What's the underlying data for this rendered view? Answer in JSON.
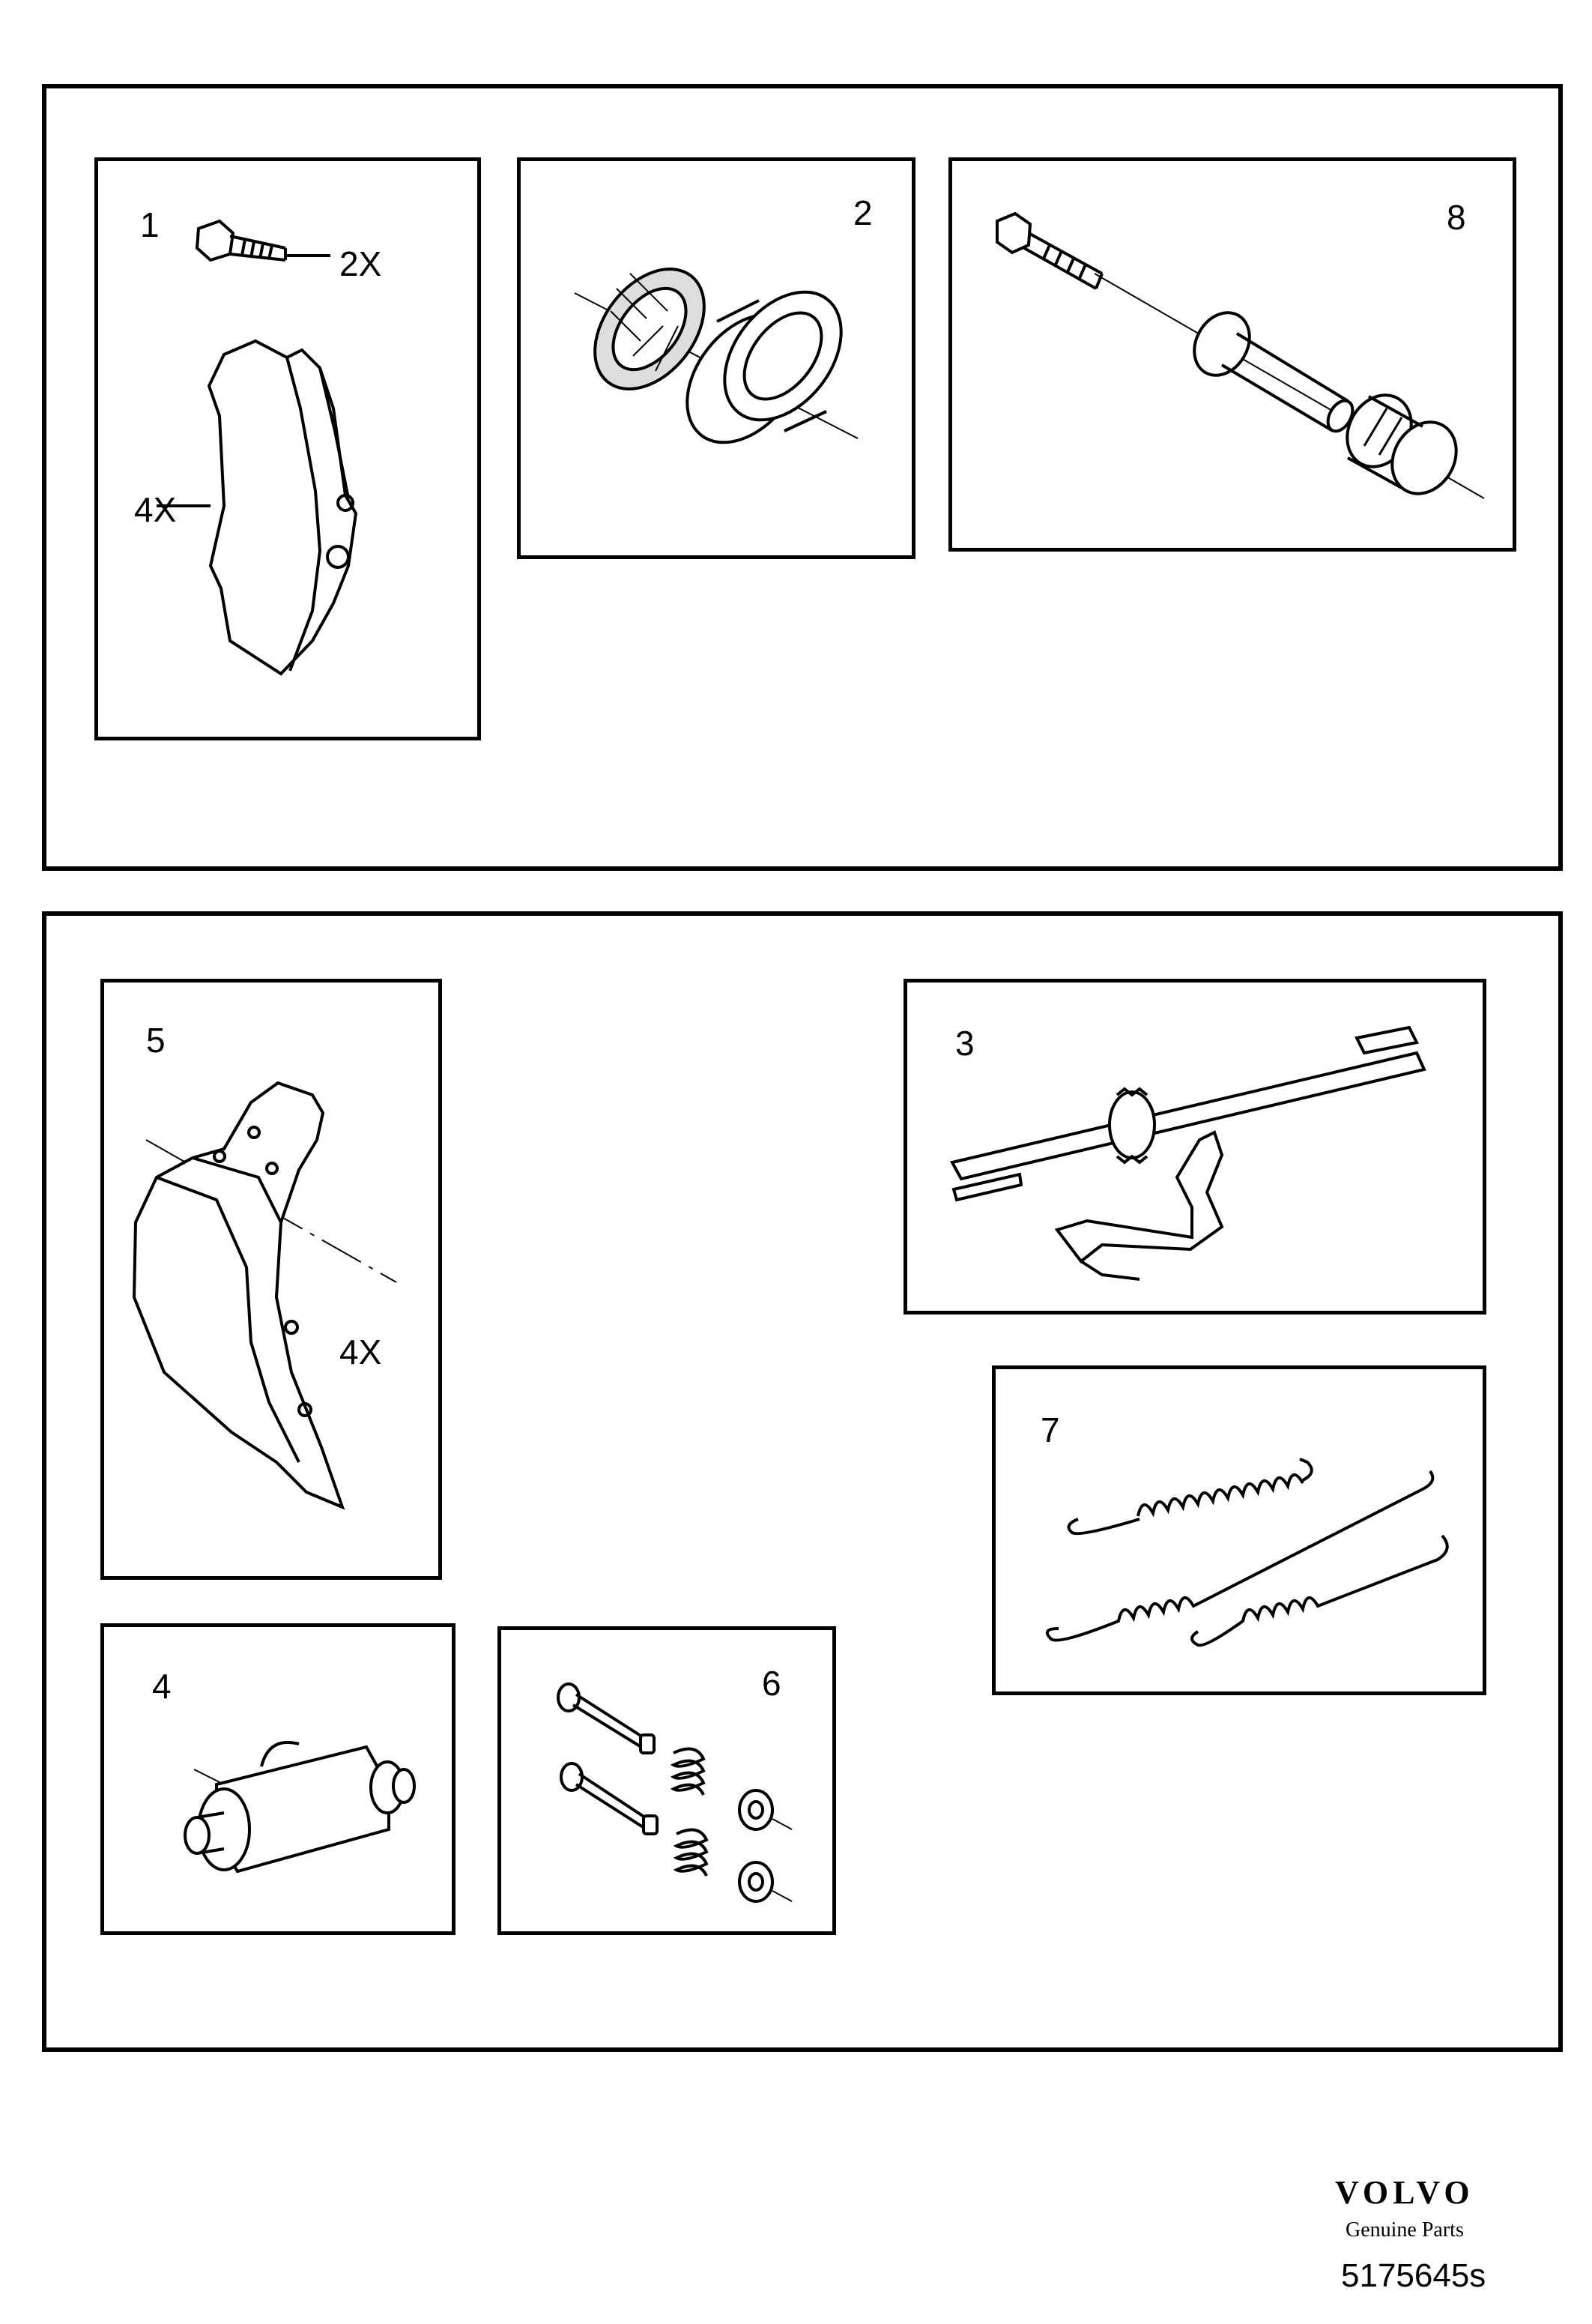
{
  "diagram": {
    "groups": [
      {
        "panels": [
          {
            "key": "p1",
            "number": "1",
            "qty_bolt": "2X",
            "qty_pad": "4X",
            "parts": [
              "bolt-icon",
              "brake-pad-icon"
            ]
          },
          {
            "key": "p2",
            "number": "2",
            "parts": [
              "seal-ring-icon",
              "bushing-icon"
            ]
          },
          {
            "key": "p8",
            "number": "8",
            "parts": [
              "guide-bolt-icon",
              "guide-pin-icon",
              "rubber-boot-icon"
            ]
          }
        ]
      },
      {
        "panels": [
          {
            "key": "p5",
            "number": "5",
            "qty_shoe": "4X",
            "parts": [
              "brake-shoe-icon"
            ]
          },
          {
            "key": "p3",
            "number": "3",
            "parts": [
              "adjuster-strut-icon",
              "adjuster-lever-icon"
            ]
          },
          {
            "key": "p7",
            "number": "7",
            "parts": [
              "return-spring-icon"
            ]
          },
          {
            "key": "p4",
            "number": "4",
            "parts": [
              "wheel-cylinder-icon"
            ]
          },
          {
            "key": "p6",
            "number": "6",
            "parts": [
              "hold-down-pin-icon",
              "hold-down-spring-icon",
              "spring-cup-icon"
            ]
          }
        ]
      }
    ]
  },
  "footer": {
    "logo_text": "VOLVO",
    "brand_text": "Genuine Parts",
    "reference": "5175645s"
  }
}
